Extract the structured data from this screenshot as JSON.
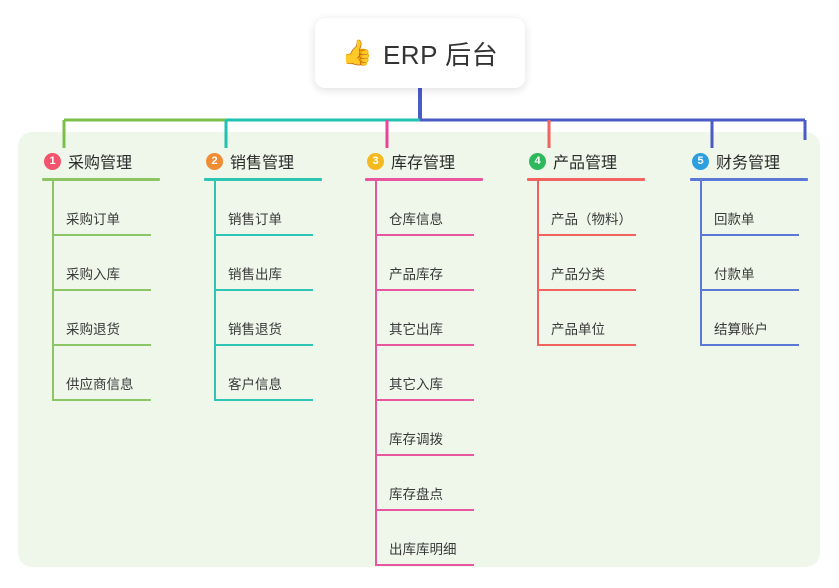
{
  "page": {
    "background": "#ffffff",
    "panel_background": "#eef7e9"
  },
  "root": {
    "icon": "thumbs-up-icon",
    "icon_glyph": "👍",
    "title": "ERP 后台",
    "stem_color": "#4a5bc4"
  },
  "connector": {
    "segments": [
      {
        "name": "segment-purchase",
        "color": "#7cc04a"
      },
      {
        "name": "segment-sales",
        "color": "#1fc2b0"
      },
      {
        "name": "segment-inventory",
        "color": "#e8449a"
      },
      {
        "name": "segment-product",
        "color": "#f2625e"
      },
      {
        "name": "segment-finance",
        "color": "#4a5bc4"
      }
    ]
  },
  "columns": [
    {
      "index": "1",
      "title": "采购管理",
      "badge_color": "#f2536d",
      "line_color": "#8cc563",
      "items": [
        "采购订单",
        "采购入库",
        "采购退货",
        "供应商信息"
      ]
    },
    {
      "index": "2",
      "title": "销售管理",
      "badge_color": "#f08c33",
      "line_color": "#2fc5b5",
      "items": [
        "销售订单",
        "销售出库",
        "销售退货",
        "客户信息"
      ]
    },
    {
      "index": "3",
      "title": "库存管理",
      "badge_color": "#f4b91f",
      "line_color": "#e8569f",
      "items": [
        "仓库信息",
        "产品库存",
        "其它出库",
        "其它入库",
        "库存调拨",
        "库存盘点",
        "出库库明细"
      ]
    },
    {
      "index": "4",
      "title": "产品管理",
      "badge_color": "#2eb85c",
      "line_color": "#f2625e",
      "items": [
        "产品（物料）",
        "产品分类",
        "产品单位"
      ]
    },
    {
      "index": "5",
      "title": "财务管理",
      "badge_color": "#2b9fe0",
      "line_color": "#5b78d6",
      "items": [
        "回款单",
        "付款单",
        "结算账户"
      ]
    }
  ]
}
